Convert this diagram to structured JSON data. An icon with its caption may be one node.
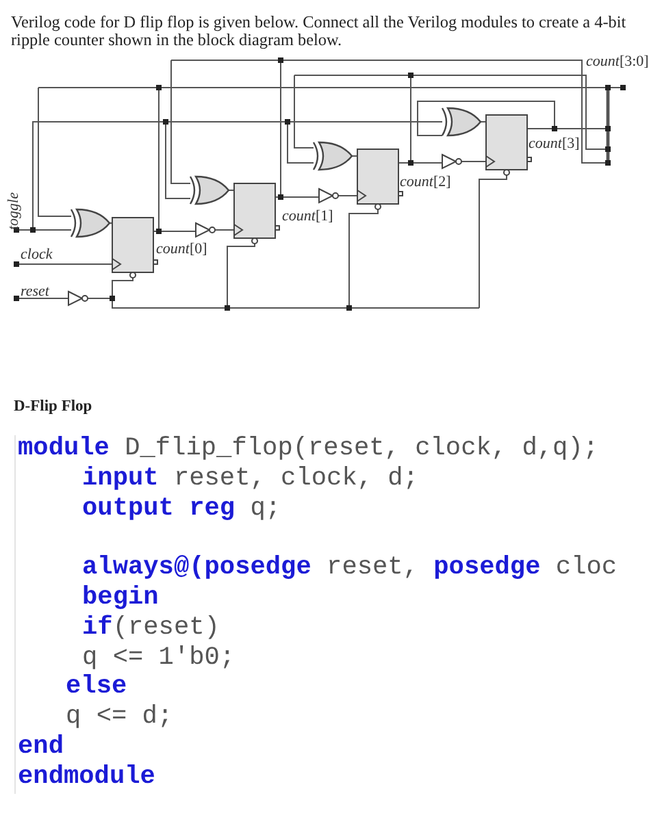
{
  "diagram": {
    "labels": [
      "Verilog code for D flip flop is given below. Connect all the Verilog modules to create a 4-bit ripple counter shown in the block diagram below.",
      "*count*[3:0]",
      "*count*[3]",
      "*count*[2]",
      "*count*[1]",
      "toggle",
      "*count*[0]",
      "clock",
      "reset",
      "D-Flip Flop",
      "**module** D_flip_flop(reset, clock, d,q);",
      "**input** reset, clock, d;",
      "**output reg** q;",
      "**always@(posedge** reset, **posedge** cloc",
      "**begin**",
      "**if**(reset)",
      "q <= 1'b0;",
      "**else**",
      "q <= d;",
      "**end**",
      "**endmodule**"
    ]
  }
}
